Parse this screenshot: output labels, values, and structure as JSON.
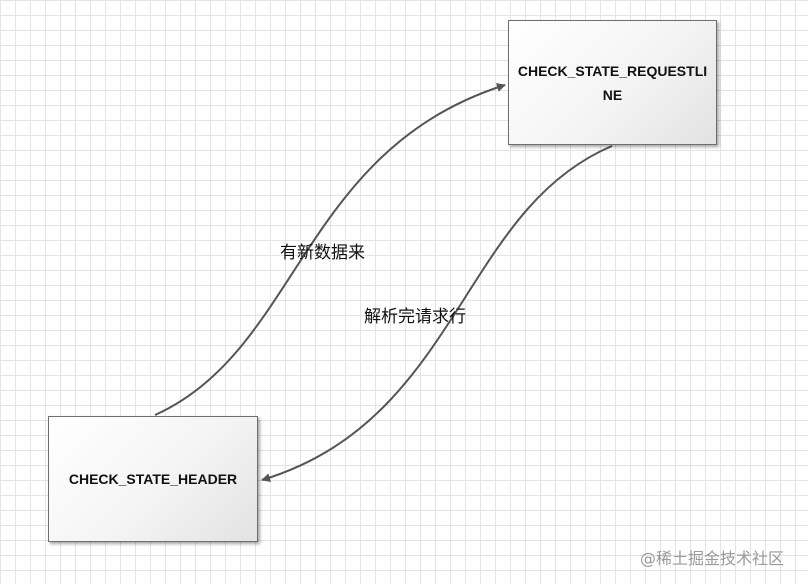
{
  "diagram": {
    "nodes": {
      "request_line": {
        "label": "CHECK_STATE_REQUESTLINE"
      },
      "header": {
        "label": "CHECK_STATE_HEADER"
      }
    },
    "edges": {
      "header_to_request": {
        "label": "有新数据来"
      },
      "request_to_header": {
        "label": "解析完请求行"
      }
    },
    "colors": {
      "edge_stroke": "#555555",
      "node_border": "#6e6e6e",
      "grid_line": "#e4e4e4"
    }
  },
  "watermark": {
    "text": "@稀土掘金技术社区"
  }
}
